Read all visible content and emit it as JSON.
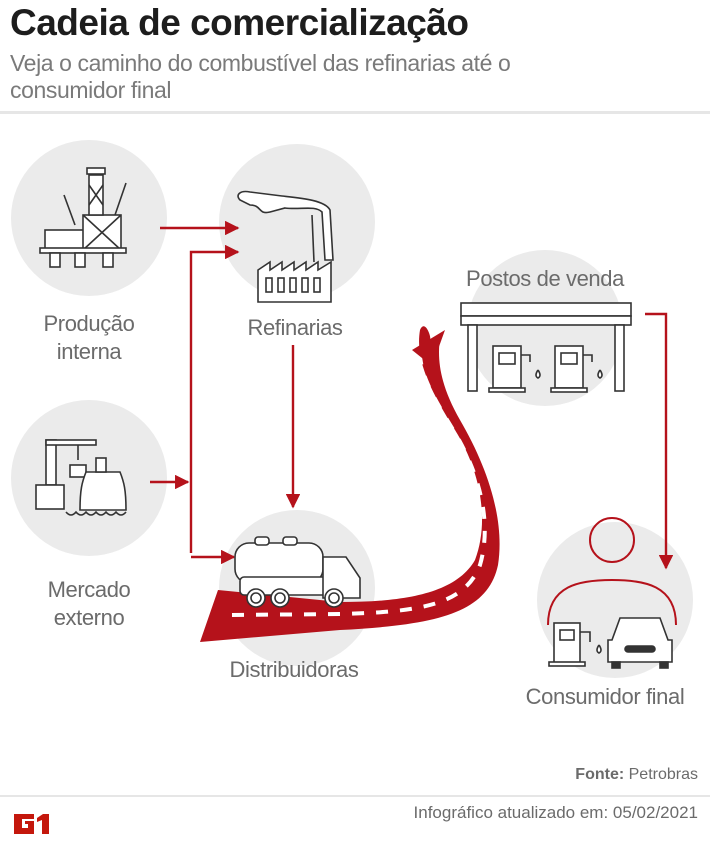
{
  "header": {
    "title": "Cadeia de comercialização",
    "subtitle": "Veja o caminho do combustível das refinarias até o consumidor final"
  },
  "nodes": {
    "producao": {
      "label_line1": "Produção",
      "label_line2": "interna",
      "icon": "oil-platform-icon"
    },
    "mercado": {
      "label_line1": "Mercado",
      "label_line2": "externo",
      "icon": "port-crane-ship-icon"
    },
    "refinarias": {
      "label": "Refinarias",
      "icon": "refinery-factory-icon"
    },
    "distribuidoras": {
      "label": "Distribuidoras",
      "icon": "tanker-truck-icon"
    },
    "postos": {
      "label": "Postos de venda",
      "icon": "gas-station-icon"
    },
    "consumidor": {
      "label": "Consumidor final",
      "icon": "person-car-pump-icon"
    }
  },
  "flows": [
    {
      "from": "Produção interna",
      "to": "Refinarias"
    },
    {
      "from": "Mercado externo",
      "to": "Refinarias"
    },
    {
      "from": "Mercado externo",
      "to": "Distribuidoras"
    },
    {
      "from": "Refinarias",
      "to": "Distribuidoras"
    },
    {
      "from": "Distribuidoras",
      "to": "Postos de venda"
    },
    {
      "from": "Postos de venda",
      "to": "Consumidor final"
    }
  ],
  "colors": {
    "accent": "#b5121b",
    "circle": "#ebebeb",
    "text": "#6b6b6b",
    "title": "#1d1d1d"
  },
  "footer": {
    "source_label": "Fonte:",
    "source_value": "Petrobras",
    "logo_text": "G1",
    "updated": "Infográfico atualizado em: 05/02/2021"
  }
}
